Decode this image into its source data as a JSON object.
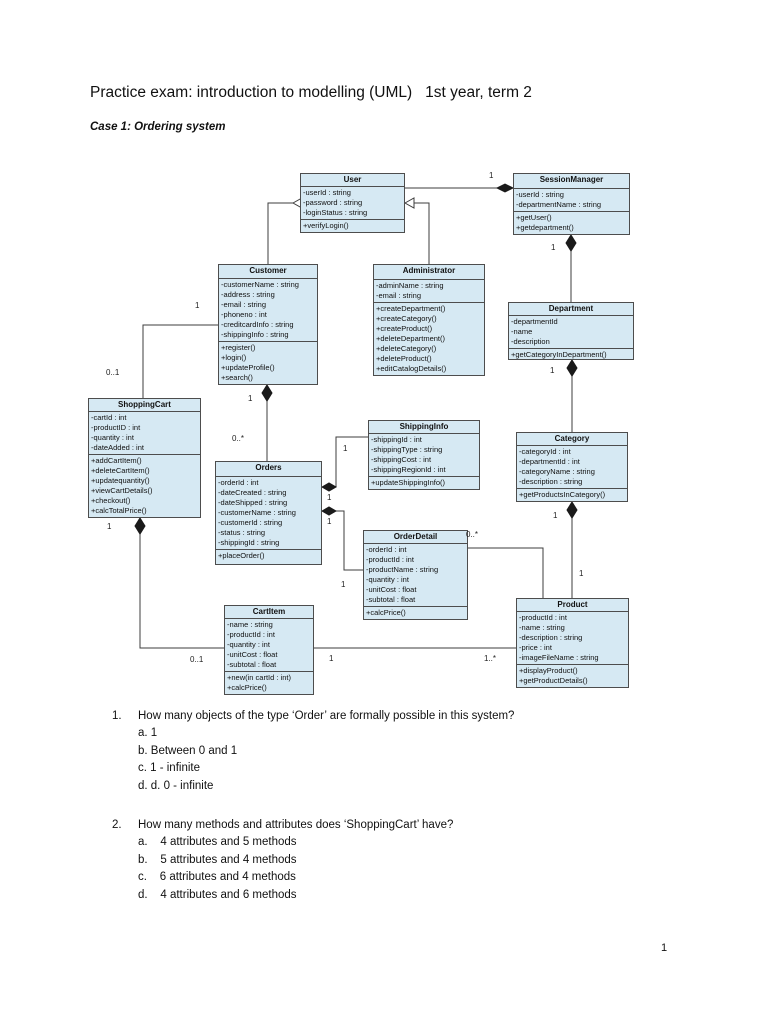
{
  "document": {
    "title": "Practice exam: introduction to modelling (UML)   1st year, term 2",
    "subtitle": "Case 1: Ordering system",
    "page_number": "1"
  },
  "diagram": {
    "colors": {
      "class_fill": "#d6e9f3",
      "class_border": "#4d4d4d",
      "line": "#3d3d3d"
    },
    "classes": [
      {
        "name": "User",
        "attributes": [
          "-userId : string",
          "-password : string",
          "-loginStatus : string"
        ],
        "methods": [
          "+verifyLogin()"
        ]
      },
      {
        "name": "SessionManager",
        "attributes": [
          "-userId : string",
          "-departmentName : string"
        ],
        "methods": [
          "+getUser()",
          "+getdepartment()"
        ]
      },
      {
        "name": "Customer",
        "attributes": [
          "-customerName : string",
          "-address : string",
          "-email : string",
          "-phoneno : int",
          "-creditcardInfo : string",
          "-shippingInfo : string"
        ],
        "methods": [
          "+register()",
          "+login()",
          "+updateProfile()",
          "+search()"
        ]
      },
      {
        "name": "Administrator",
        "attributes": [
          "-adminName : string",
          "-email : string"
        ],
        "methods": [
          "+createDepartment()",
          "+createCategory()",
          "+createProduct()",
          "+deleteDepartment()",
          "+deleteCategory()",
          "+deleteProduct()",
          "+editCatalogDetails()"
        ]
      },
      {
        "name": "Department",
        "attributes": [
          "-departmentId",
          "-name",
          "-description"
        ],
        "methods": [
          "+getCategoryInDepartment()"
        ]
      },
      {
        "name": "ShoppingCart",
        "attributes": [
          "-cartId : int",
          "-productID : int",
          "-quantity : int",
          "-dateAdded : int"
        ],
        "methods": [
          "+addCartItem()",
          "+deleteCartItem()",
          "+updatequantity()",
          "+viewCartDetails()",
          "+checkout()",
          "+calcTotalPrice()"
        ]
      },
      {
        "name": "ShippingInfo",
        "attributes": [
          "-shippingId : int",
          "-shippingType : string",
          "-shippingCost : int",
          "-shippingRegionId : int"
        ],
        "methods": [
          "+updateShippingInfo()"
        ]
      },
      {
        "name": "Category",
        "attributes": [
          "-categoryId : int",
          "-departmentId : int",
          "-categoryName : string",
          "-description : string"
        ],
        "methods": [
          "+getProductsInCategory()"
        ]
      },
      {
        "name": "Orders",
        "attributes": [
          "-orderId : int",
          "-dateCreated : string",
          "-dateShipped : string",
          "-customerName : string",
          "-customerId : string",
          "-status : string",
          "-shippingId : string"
        ],
        "methods": [
          "+placeOrder()"
        ]
      },
      {
        "name": "OrderDetail",
        "attributes": [
          "-orderId : int",
          "-productId : int",
          "-productName : string",
          "-quantity : int",
          "-unitCost : float",
          "-subtotal : float"
        ],
        "methods": [
          "+calcPrice()"
        ]
      },
      {
        "name": "CartItem",
        "attributes": [
          "-name : string",
          "-productId : int",
          "-quantity : int",
          "-unitCost : float",
          "-subtotal : float"
        ],
        "methods": [
          "+new(in cartId : int)",
          "+calcPrice()"
        ]
      },
      {
        "name": "Product",
        "attributes": [
          "-productId : int",
          "-name : string",
          "-description : string",
          "-price : int",
          "-imageFileName : string"
        ],
        "methods": [
          "+displayProduct()",
          "+getProductDetails()"
        ]
      }
    ],
    "multiplicity_labels": [
      "1",
      "1",
      "1",
      "0..1",
      "1",
      "0..*",
      "1",
      "1",
      "1",
      "1",
      "0..*",
      "1",
      "1",
      "1",
      "1",
      "0..1",
      "1",
      "1..*"
    ]
  },
  "questions": [
    {
      "number": "1.",
      "text": "How many objects of the type ‘Order’ are formally possible in this system?",
      "options": [
        "a. 1",
        "b. Between 0 and 1",
        "c. 1 - infinite",
        "d. d. 0 - infinite"
      ]
    },
    {
      "number": "2.",
      "text": "How many methods and attributes does ‘ShoppingCart’ have?",
      "options": [
        "a.    4 attributes and 5 methods",
        "b.    5 attributes and 4 methods",
        "c.    6 attributes and 4 methods",
        "d.    4 attributes and 6 methods"
      ]
    }
  ]
}
